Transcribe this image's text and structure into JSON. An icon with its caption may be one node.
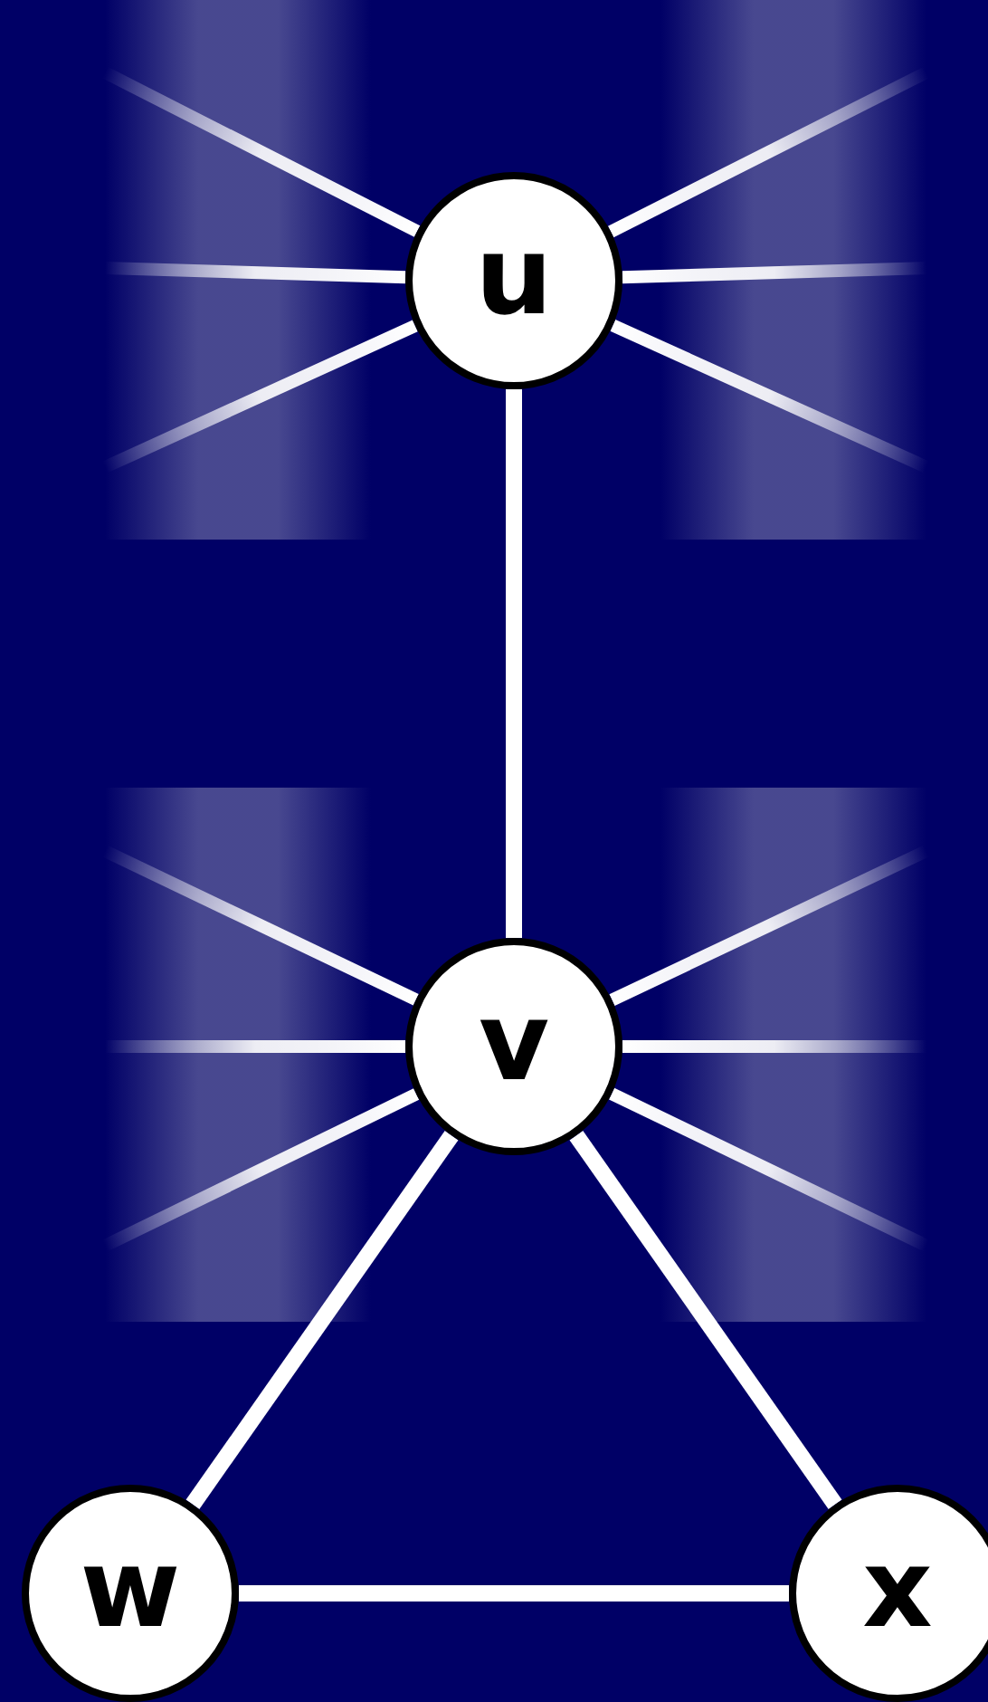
{
  "diagram": {
    "nodes": [
      {
        "text": [
          "u"
        ]
      },
      {
        "text": [
          "v"
        ]
      },
      {
        "text": [
          "w"
        ]
      },
      {
        "text": [
          "x"
        ]
      }
    ],
    "edges": [
      {
        "from": 0,
        "to": 1,
        "arrow": "none"
      },
      {
        "from": 1,
        "to": 2,
        "arrow": "none"
      },
      {
        "from": 1,
        "to": 3,
        "arrow": "none"
      },
      {
        "from": 2,
        "to": 3,
        "arrow": "none"
      },
      {
        "from": 0,
        "to": null,
        "arrow": "none"
      },
      {
        "from": 0,
        "to": null,
        "arrow": "none"
      },
      {
        "from": 0,
        "to": null,
        "arrow": "none"
      },
      {
        "from": 0,
        "to": null,
        "arrow": "none"
      },
      {
        "from": 0,
        "to": null,
        "arrow": "none"
      },
      {
        "from": 0,
        "to": null,
        "arrow": "none"
      },
      {
        "from": 1,
        "to": null,
        "arrow": "none"
      },
      {
        "from": 1,
        "to": null,
        "arrow": "none"
      },
      {
        "from": 1,
        "to": null,
        "arrow": "none"
      },
      {
        "from": 1,
        "to": null,
        "arrow": "none"
      },
      {
        "from": 1,
        "to": null,
        "arrow": "none"
      },
      {
        "from": 1,
        "to": null,
        "arrow": "none"
      }
    ]
  }
}
